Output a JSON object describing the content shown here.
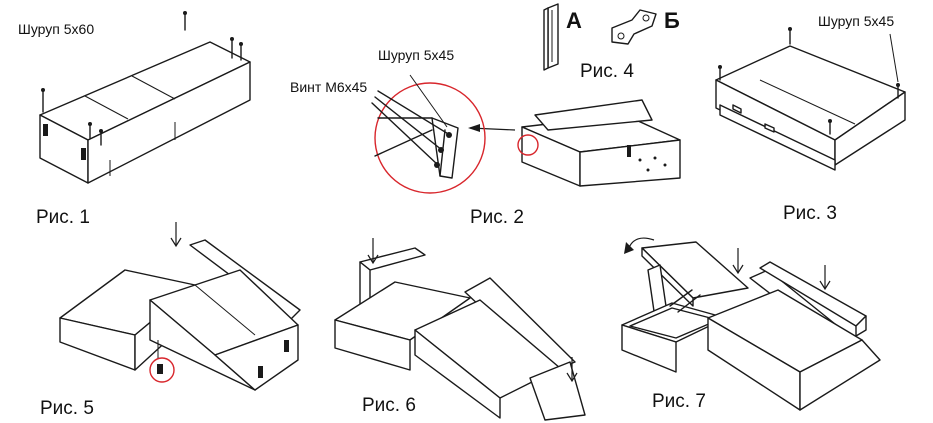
{
  "figures": [
    {
      "id": "fig1",
      "caption": "Рис. 1",
      "screw_label": "Шуруп 5х60"
    },
    {
      "id": "fig2",
      "caption": "Рис. 2",
      "screw_label": "Шуруп 5х45",
      "bolt_label": "Винт М6х45"
    },
    {
      "id": "fig3",
      "caption": "Рис. 3",
      "screw_label": "Шуруп 5х45"
    },
    {
      "id": "fig4",
      "caption": "Рис. 4",
      "part_a": "А",
      "part_b": "Б"
    },
    {
      "id": "fig5",
      "caption": "Рис. 5"
    },
    {
      "id": "fig6",
      "caption": "Рис. 6"
    },
    {
      "id": "fig7",
      "caption": "Рис. 7"
    }
  ],
  "colors": {
    "line": "#1a1a1a",
    "highlight": "#d8262c",
    "background": "#ffffff"
  }
}
